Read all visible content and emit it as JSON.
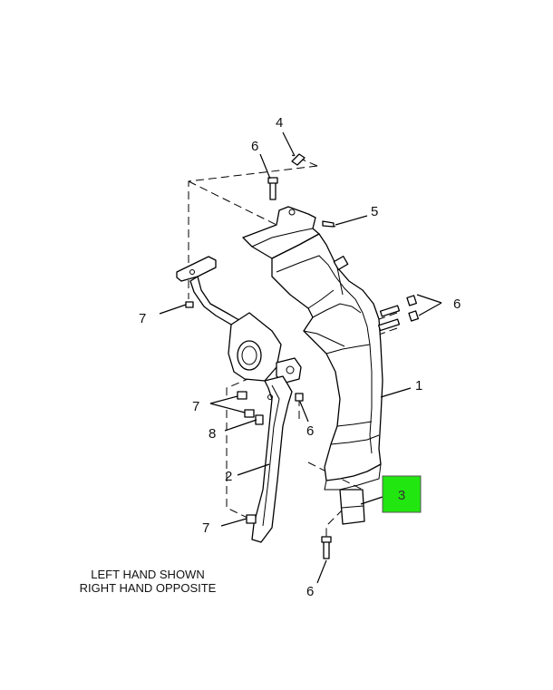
{
  "callouts": [
    {
      "id": "c4",
      "text": "4"
    },
    {
      "id": "c6a",
      "text": "6"
    },
    {
      "id": "c5",
      "text": "5"
    },
    {
      "id": "c6b",
      "text": "6"
    },
    {
      "id": "c7a",
      "text": "7"
    },
    {
      "id": "c1",
      "text": "1"
    },
    {
      "id": "c7b",
      "text": "7"
    },
    {
      "id": "c6c",
      "text": "6"
    },
    {
      "id": "c8",
      "text": "8"
    },
    {
      "id": "c2",
      "text": "2"
    },
    {
      "id": "c3",
      "text": "3"
    },
    {
      "id": "c7c",
      "text": "7"
    },
    {
      "id": "c6d",
      "text": "6"
    }
  ],
  "note": {
    "line1": "LEFT HAND SHOWN",
    "line2": "RIGHT HAND OPPOSITE"
  },
  "highlight": {
    "label": "3",
    "color": "#22e60f"
  }
}
